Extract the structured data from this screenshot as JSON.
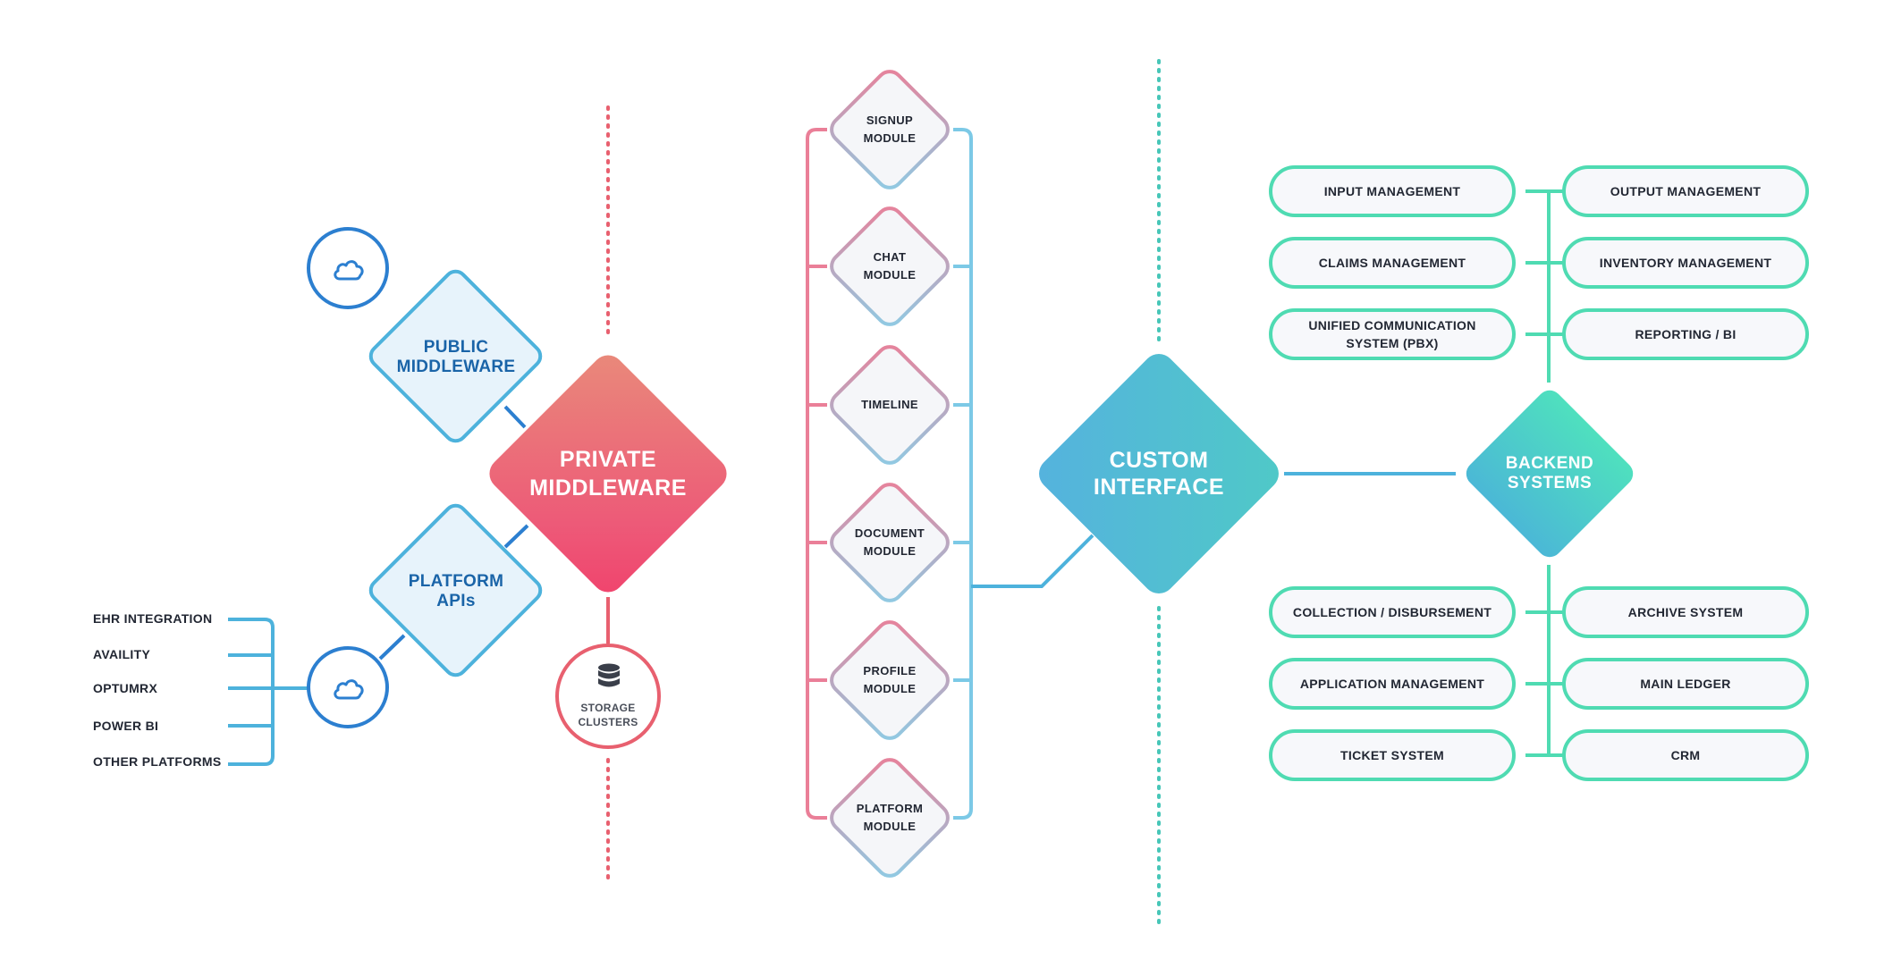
{
  "diagram": {
    "left": {
      "public_middleware": "PUBLIC\nMIDDLEWARE",
      "platform_apis": "PLATFORM\nAPIs",
      "platforms": [
        "EHR INTEGRATION",
        "AVAILITY",
        "OPTUMRX",
        "POWER BI",
        "OTHER PLATFORMS"
      ],
      "cloud_icon": "cloud-icon"
    },
    "private_middleware": "PRIVATE\nMIDDLEWARE",
    "storage": {
      "label": "STORAGE\nCLUSTERS",
      "icon": "database-icon"
    },
    "modules": [
      "SIGNUP\nMODULE",
      "CHAT\nMODULE",
      "TIMELINE",
      "DOCUMENT\nMODULE",
      "PROFILE\nMODULE",
      "PLATFORM\nMODULE"
    ],
    "custom_interface": "CUSTOM\nINTERFACE",
    "backend": {
      "title": "BACKEND\nSYSTEMS",
      "top_left": [
        "INPUT MANAGEMENT",
        "CLAIMS MANAGEMENT",
        "UNIFIED COMMUNICATION\nSYSTEM (PBX)"
      ],
      "top_right": [
        "OUTPUT MANAGEMENT",
        "INVENTORY MANAGEMENT",
        "REPORTING / BI"
      ],
      "bottom_left": [
        "COLLECTION / DISBURSEMENT",
        "APPLICATION MANAGEMENT",
        "TICKET SYSTEM"
      ],
      "bottom_right": [
        "ARCHIVE SYSTEM",
        "MAIN LEDGER",
        "CRM"
      ]
    },
    "colors": {
      "blue": "#4db2dc",
      "dark_blue": "#2c7fd0",
      "pink": "#ea7f98",
      "red": "#e8606f",
      "teal": "#4fdbb2",
      "dotted_red": "#e8606f",
      "dotted_teal": "#47c6b8"
    }
  }
}
